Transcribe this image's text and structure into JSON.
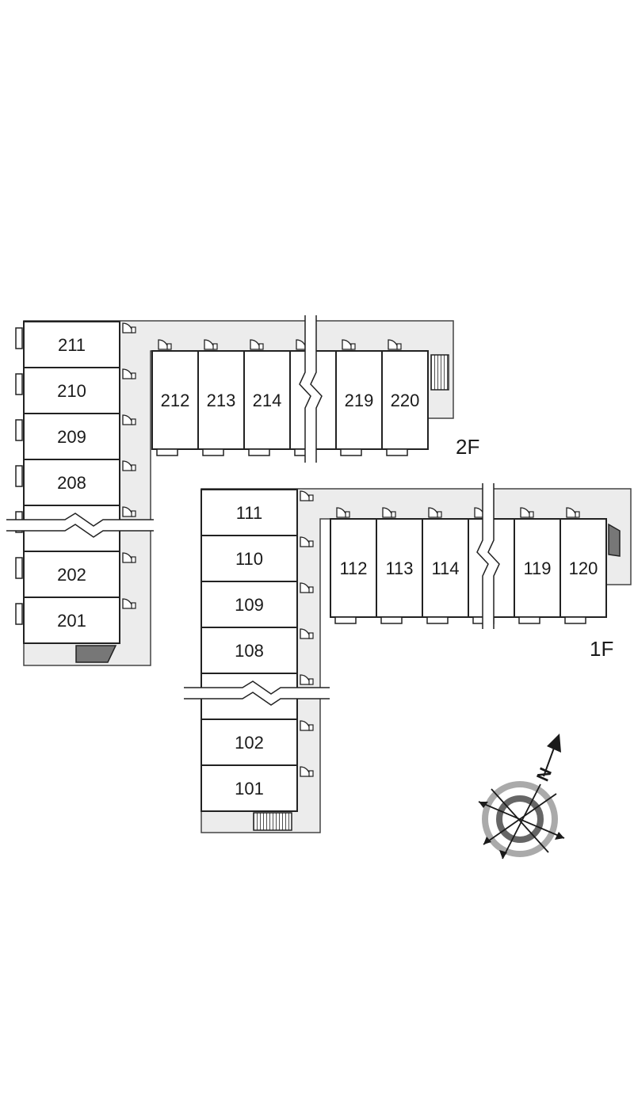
{
  "floors": {
    "upper": {
      "label": "2F",
      "left_wing": [
        "211",
        "210",
        "209",
        "208",
        "",
        "202",
        "201"
      ],
      "right_wing": [
        "212",
        "213",
        "214",
        "",
        "219",
        "220"
      ]
    },
    "lower": {
      "label": "1F",
      "left_wing": [
        "111",
        "110",
        "109",
        "108",
        "",
        "102",
        "101"
      ],
      "right_wing": [
        "112",
        "113",
        "114",
        "",
        "119",
        "120"
      ]
    }
  },
  "compass": {
    "label": "N",
    "arrow_color": "#1a1a1a",
    "ring_colors": [
      "#aaaaaa",
      "#666666"
    ]
  },
  "colors": {
    "corridor": "#ececec",
    "stairs": "#777777",
    "line": "#222222"
  }
}
